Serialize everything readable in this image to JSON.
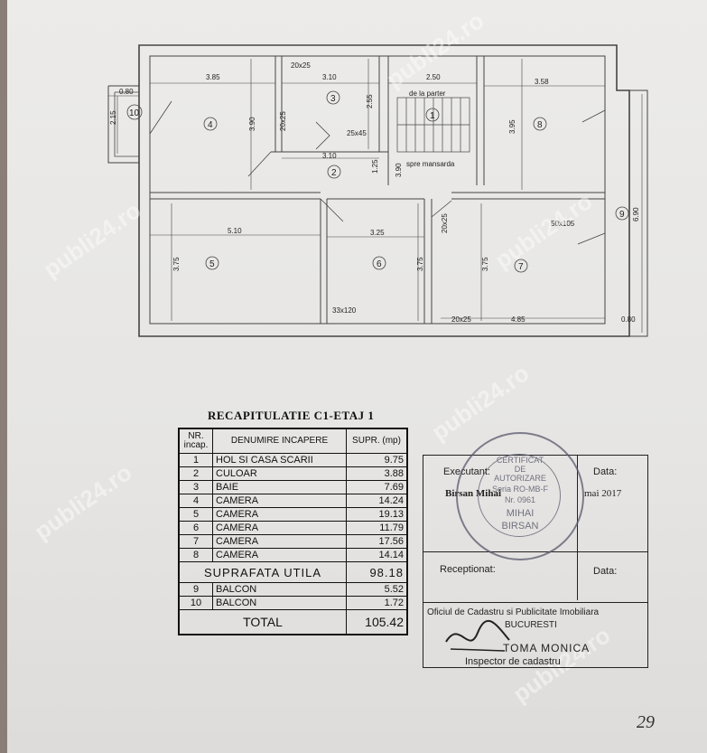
{
  "watermark": "publi24.ro",
  "plan": {
    "dims": [
      "3.85",
      "3.10",
      "2.50",
      "3.58",
      "3.90",
      "2.55",
      "3.95",
      "2.15",
      "0.80",
      "3.10",
      "1.25",
      "3.90",
      "5.10",
      "3.25",
      "3.75",
      "3.75",
      "3.75",
      "4.85",
      "6.90",
      "0.80"
    ],
    "notes": [
      "20x25",
      "25x45",
      "20x25",
      "de la parter",
      "spre mansarda",
      "50x105",
      "33x120",
      "20x25",
      "20x25"
    ],
    "rooms": [
      "1",
      "2",
      "3",
      "4",
      "5",
      "6",
      "7",
      "8",
      "9",
      "10"
    ]
  },
  "recap": {
    "title": "RECAPITULATIE  C1-ETAJ  1",
    "header_nr": "NR. incap.",
    "header_name": "DENUMIRE INCAPERE",
    "header_area": "SUPR. (mp)",
    "rows": [
      {
        "nr": "1",
        "name": "HOL SI CASA SCARII",
        "area": "9.75"
      },
      {
        "nr": "2",
        "name": "CULOAR",
        "area": "3.88"
      },
      {
        "nr": "3",
        "name": "BAIE",
        "area": "7.69"
      },
      {
        "nr": "4",
        "name": "CAMERA",
        "area": "14.24"
      },
      {
        "nr": "5",
        "name": "CAMERA",
        "area": "19.13"
      },
      {
        "nr": "6",
        "name": "CAMERA",
        "area": "11.79"
      },
      {
        "nr": "7",
        "name": "CAMERA",
        "area": "17.56"
      },
      {
        "nr": "8",
        "name": "CAMERA",
        "area": "14.14"
      }
    ],
    "util_label": "SUPRAFATA  UTILA",
    "util_value": "98.18",
    "balconies": [
      {
        "nr": "9",
        "name": "BALCON",
        "area": "5.52"
      },
      {
        "nr": "10",
        "name": "BALCON",
        "area": "1.72"
      }
    ],
    "total_label": "TOTAL",
    "total_value": "105.42"
  },
  "stamp_box": {
    "executant_label": "Executant:",
    "data_label_1": "Data:",
    "executant_name": "Birsan Mihai",
    "date_value": "mai 2017",
    "receptionat_label": "Receptionat:",
    "data_label_2": "Data:",
    "office_text": "Oficiul de Cadastru si Publicitate Imobiliara",
    "city": "BUCURESTI",
    "inspector_name": "TOMA MONICA",
    "inspector_title": "Inspector de cadastru"
  },
  "seal": {
    "line1": "CERTIFICAT",
    "line2": "DE",
    "line3": "AUTORIZARE",
    "line4": "Seria RO-MB-F",
    "line5": "Nr. 0961",
    "line6": "MIHAI",
    "line7": "BIRSAN"
  },
  "page_number": "29"
}
